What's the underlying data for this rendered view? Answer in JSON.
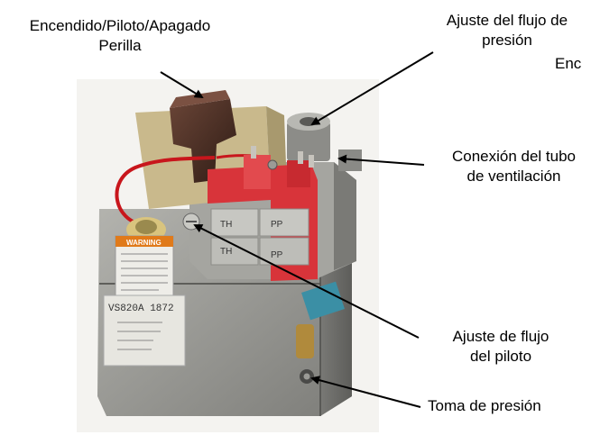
{
  "labels": {
    "knob_line1": "Encendido/Piloto/Apagado",
    "knob_line2": "Perilla",
    "pressure_adj_line1": "Ajuste del flujo de",
    "pressure_adj_line2": "presión",
    "cut_off": "Enc",
    "vent_line1": "Conexión del tubo",
    "vent_line2": "de ventilación",
    "pilot_line1": "Ajuste de flujo",
    "pilot_line2": "del piloto",
    "pressure_tap": "Toma de presión"
  },
  "device_text": {
    "terminal_th_top": "TH",
    "terminal_pp_top": "PP",
    "terminal_th_bottom": "TH",
    "terminal_pp_bottom": "PP",
    "warning": "WARNING",
    "model": "VS820A 1872"
  },
  "colors": {
    "body_gray": "#9a9a96",
    "body_dark": "#6f6f6b",
    "knob_base": "#c9b98c",
    "knob": "#4a2e24",
    "terminal_red": "#d8343a",
    "wire_red": "#c8161c",
    "warning_orange": "#e07a1a",
    "arrow": "#000000"
  }
}
